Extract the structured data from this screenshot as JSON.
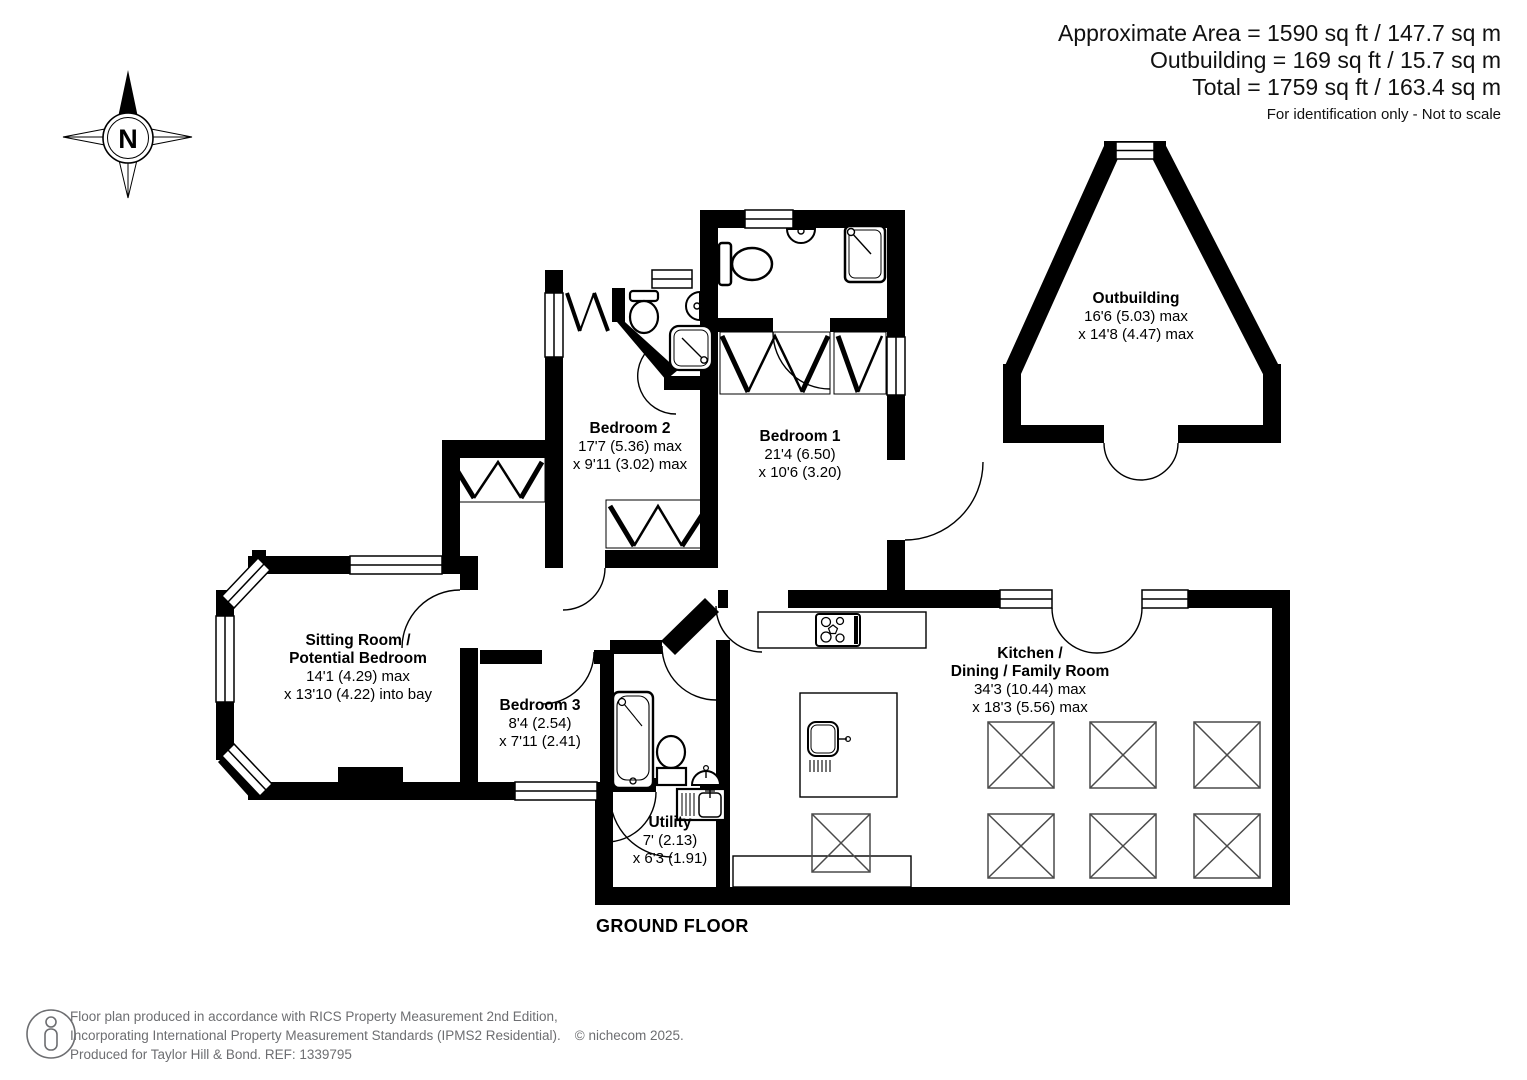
{
  "header": {
    "area_line": "Approximate Area = 1590 sq ft / 147.7 sq m",
    "outbuilding_line": "Outbuilding = 169 sq ft / 15.7 sq m",
    "total_line": "Total = 1759 sq ft / 163.4 sq m",
    "disclaimer": "For identification only - Not to scale"
  },
  "compass": {
    "label": "N"
  },
  "floor_label": "GROUND FLOOR",
  "rooms": [
    {
      "id": "outbuilding",
      "name": "Outbuilding",
      "dim1": "16'6 (5.03) max",
      "dim2": "x 14'8 (4.47) max"
    },
    {
      "id": "bedroom2",
      "name": "Bedroom 2",
      "dim1": "17'7 (5.36) max",
      "dim2": "x 9'11 (3.02) max"
    },
    {
      "id": "bedroom1",
      "name": "Bedroom 1",
      "dim1": "21'4 (6.50)",
      "dim2": "x 10'6 (3.20)"
    },
    {
      "id": "sitting-room",
      "name": "Sitting Room /",
      "name2": "Potential Bedroom",
      "dim1": "14'1 (4.29) max",
      "dim2": "x 13'10 (4.22) into bay"
    },
    {
      "id": "bedroom3",
      "name": "Bedroom 3",
      "dim1": "8'4 (2.54)",
      "dim2": "x 7'11 (2.41)"
    },
    {
      "id": "kitchen",
      "name": "Kitchen /",
      "name2": "Dining / Family Room",
      "dim1": "34'3 (10.44) max",
      "dim2": "x 18'3 (5.56) max"
    },
    {
      "id": "utility",
      "name": "Utility",
      "dim1": "7' (2.13)",
      "dim2": "x 6'3 (1.91)"
    }
  ],
  "footer": {
    "line1": "Floor plan produced in accordance with RICS Property Measurement 2nd Edition,",
    "line2": "Incorporating International Property Measurement Standards (IPMS2 Residential).",
    "copyright": "© nichecom 2025.",
    "line3": "Produced for Taylor Hill & Bond.   REF:  1339795"
  },
  "colors": {
    "wall": "#000000",
    "background": "#ffffff",
    "footer_text": "#6d6e71",
    "skylight_line": "#4a4a4a"
  }
}
